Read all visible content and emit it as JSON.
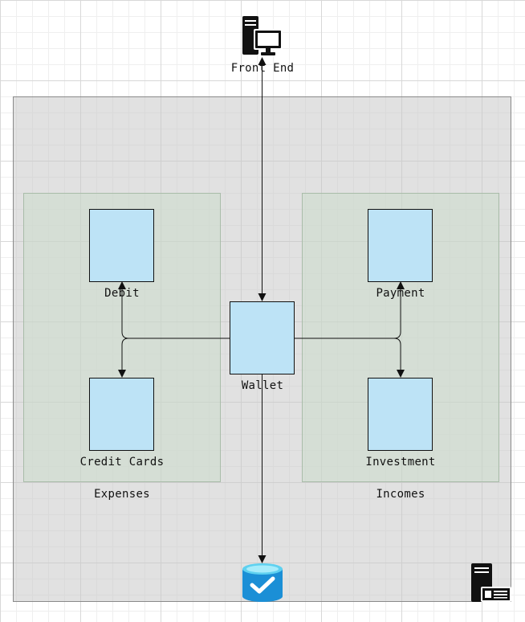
{
  "diagram": {
    "frontend": {
      "label": "Front End",
      "icon": "workstation-icon"
    },
    "groups": {
      "expenses": {
        "label": "Expenses"
      },
      "incomes": {
        "label": "Incomes"
      }
    },
    "nodes": {
      "debit": {
        "label": "Debit"
      },
      "credit_cards": {
        "label": "Credit Cards"
      },
      "wallet": {
        "label": "Wallet"
      },
      "payment": {
        "label": "Payment"
      },
      "investment": {
        "label": "Investment"
      }
    },
    "database": {
      "icon": "database-check-icon"
    },
    "server": {
      "icon": "server-icon"
    },
    "colors": {
      "node_fill": "#bde3f6",
      "group_fill": "#d2dcd2",
      "region_fill": "#dcdcdc",
      "database_blue": "#1b8fd6"
    }
  }
}
